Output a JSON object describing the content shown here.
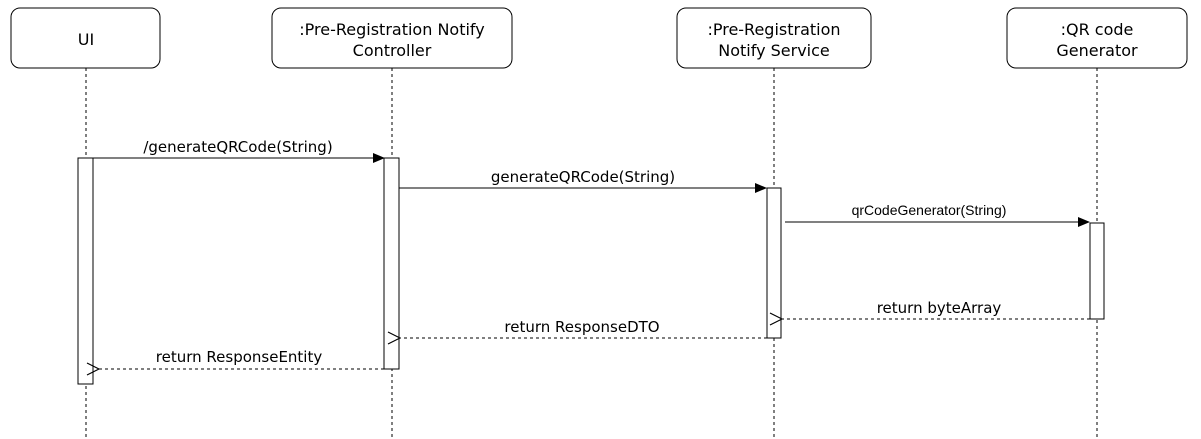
{
  "lifelines": [
    {
      "id": "ui",
      "lines": [
        "UI"
      ]
    },
    {
      "id": "controller",
      "lines": [
        ":Pre-Registration Notify",
        "Controller"
      ]
    },
    {
      "id": "service",
      "lines": [
        ":Pre-Registration",
        "Notify Service"
      ]
    },
    {
      "id": "qrgen",
      "lines": [
        ":QR code",
        "Generator"
      ]
    }
  ],
  "messages": [
    {
      "id": "m1",
      "label": "/generateQRCode(String)",
      "type": "call"
    },
    {
      "id": "m2",
      "label": "generateQRCode(String)",
      "type": "call"
    },
    {
      "id": "m3",
      "label": "qrCodeGenerator(String)",
      "type": "call"
    },
    {
      "id": "m4",
      "label": "return byteArray",
      "type": "return"
    },
    {
      "id": "m5",
      "label": "return ResponseDTO",
      "type": "return"
    },
    {
      "id": "m6",
      "label": "return ResponseEntity",
      "type": "return"
    }
  ]
}
